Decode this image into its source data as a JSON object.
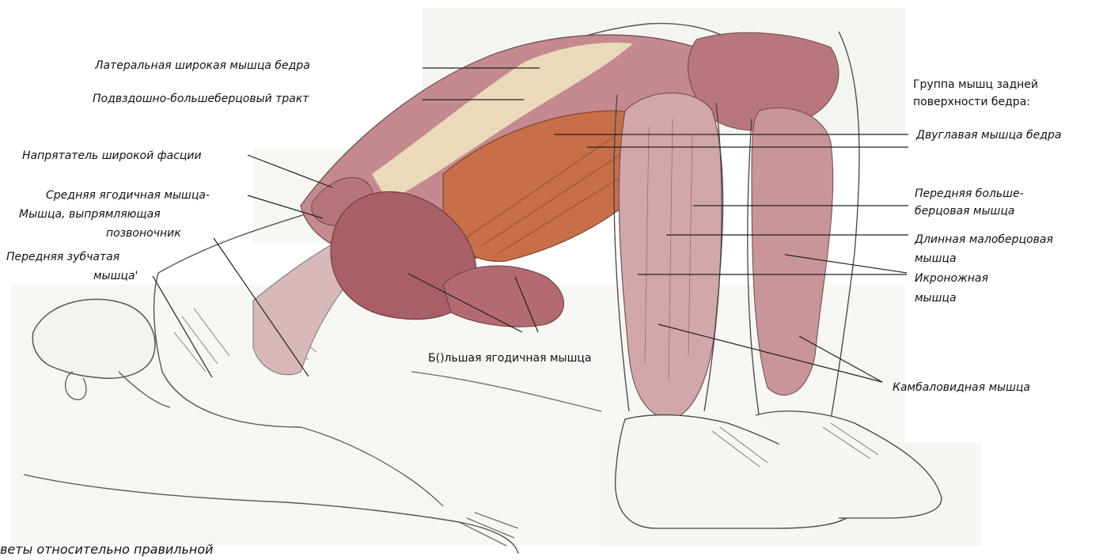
{
  "labels": {
    "vastus_lateralis": "Латеральная широкая мышца бедра",
    "iliotibial_tract": "Подвздошно-большеберцовый тракт",
    "tensor_fasciae": "Напрятатель широкой фасции",
    "gluteus_medius": "Средняя ягодичная мышца-",
    "erector_spinae_1": "Мышца, выпрямляющая",
    "erector_spinae_2": "позвоночник",
    "serratus_1": "Передняя зубчатая",
    "serratus_2": "мышца'",
    "gluteus_maximus": "Б()льшая ягодичная мышца",
    "hamstrings_1": "Группа мышц задней",
    "hamstrings_2": "поверхности бедра:",
    "biceps_femoris": "Двуглавая мышца бедра",
    "tibialis_1": "Передняя больше-",
    "tibialis_2": "берцовая мышца",
    "peroneus_1": "Длинная малоберцовая",
    "peroneus_2": "мышца",
    "gastrocnemius_1": "Икроножная",
    "gastrocnemius_2": "мышца",
    "soleus": "Камбаловидная мышца",
    "caption": "веты относительно правильной"
  },
  "colors": {
    "muscle": "#b9747a",
    "muscle_dark": "#8f4a4f",
    "muscle_orange": "#c66f49",
    "skin_line": "#555555",
    "tendon": "#f1e7c1",
    "leader": "#222222"
  }
}
